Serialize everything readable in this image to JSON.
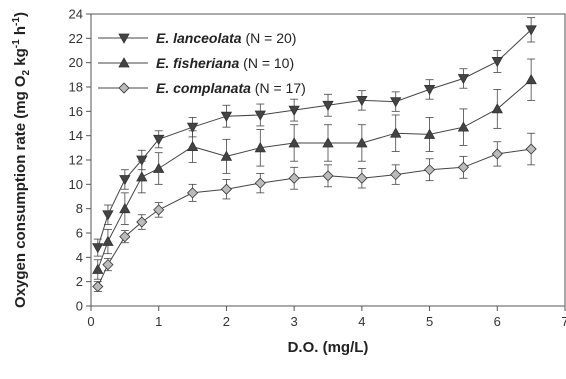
{
  "chart_data": {
    "type": "line",
    "xlabel": "D.O. (mg/L)",
    "ylabel_parts": {
      "pre": "Oxygen consumption rate (mg O",
      "sub": "2",
      "mid": " kg",
      "sup1": "-1",
      "mid2": " h",
      "sup2": "-1",
      "post": ")"
    },
    "xlim": [
      0,
      7
    ],
    "ylim": [
      0,
      24
    ],
    "xticks": [
      0,
      1,
      2,
      3,
      4,
      5,
      6,
      7
    ],
    "yticks": [
      0,
      2,
      4,
      6,
      8,
      10,
      12,
      14,
      16,
      18,
      20,
      22,
      24
    ],
    "grid": false,
    "legend_position": "top-left",
    "series": [
      {
        "name": "E. lanceolata",
        "n_label": " (N = 20)",
        "marker": "triangle-down",
        "x": [
          0.1,
          0.25,
          0.5,
          0.75,
          1,
          1.5,
          2,
          2.5,
          3,
          3.5,
          4,
          4.5,
          5,
          5.5,
          6,
          6.5
        ],
        "values": [
          4.8,
          7.5,
          10.4,
          12.0,
          13.7,
          14.7,
          15.6,
          15.7,
          16.1,
          16.5,
          16.9,
          16.8,
          17.8,
          18.7,
          20.1,
          22.7
        ],
        "errors": [
          0.7,
          0.8,
          0.8,
          0.8,
          0.7,
          0.8,
          0.9,
          0.9,
          0.9,
          0.9,
          0.8,
          0.8,
          0.8,
          0.8,
          0.9,
          1.0
        ]
      },
      {
        "name": "E. fisheriana",
        "n_label": " (N = 10)",
        "marker": "triangle-up",
        "x": [
          0.1,
          0.25,
          0.5,
          0.75,
          1,
          1.5,
          2,
          2.5,
          3,
          3.5,
          4,
          4.5,
          5,
          5.5,
          6,
          6.5
        ],
        "values": [
          3.0,
          5.3,
          8.0,
          10.6,
          11.3,
          13.1,
          12.3,
          13.0,
          13.4,
          13.4,
          13.4,
          14.2,
          14.1,
          14.7,
          16.2,
          18.6
        ],
        "errors": [
          0.8,
          1.0,
          1.3,
          1.3,
          1.3,
          1.3,
          1.4,
          1.5,
          1.5,
          1.5,
          1.5,
          1.5,
          1.4,
          1.5,
          1.6,
          1.7
        ]
      },
      {
        "name": "E. complanata",
        "n_label": " (N = 17)",
        "marker": "diamond",
        "x": [
          0.1,
          0.25,
          0.5,
          0.75,
          1,
          1.5,
          2,
          2.5,
          3,
          3.5,
          4,
          4.5,
          5,
          5.5,
          6,
          6.5
        ],
        "values": [
          1.6,
          3.4,
          5.7,
          6.9,
          7.9,
          9.3,
          9.6,
          10.1,
          10.5,
          10.7,
          10.5,
          10.8,
          11.2,
          11.4,
          12.5,
          12.9
        ],
        "errors": [
          0.4,
          0.5,
          0.5,
          0.6,
          0.6,
          0.7,
          0.8,
          0.8,
          0.9,
          0.9,
          0.8,
          0.8,
          0.9,
          0.9,
          1.0,
          1.3
        ]
      }
    ]
  }
}
